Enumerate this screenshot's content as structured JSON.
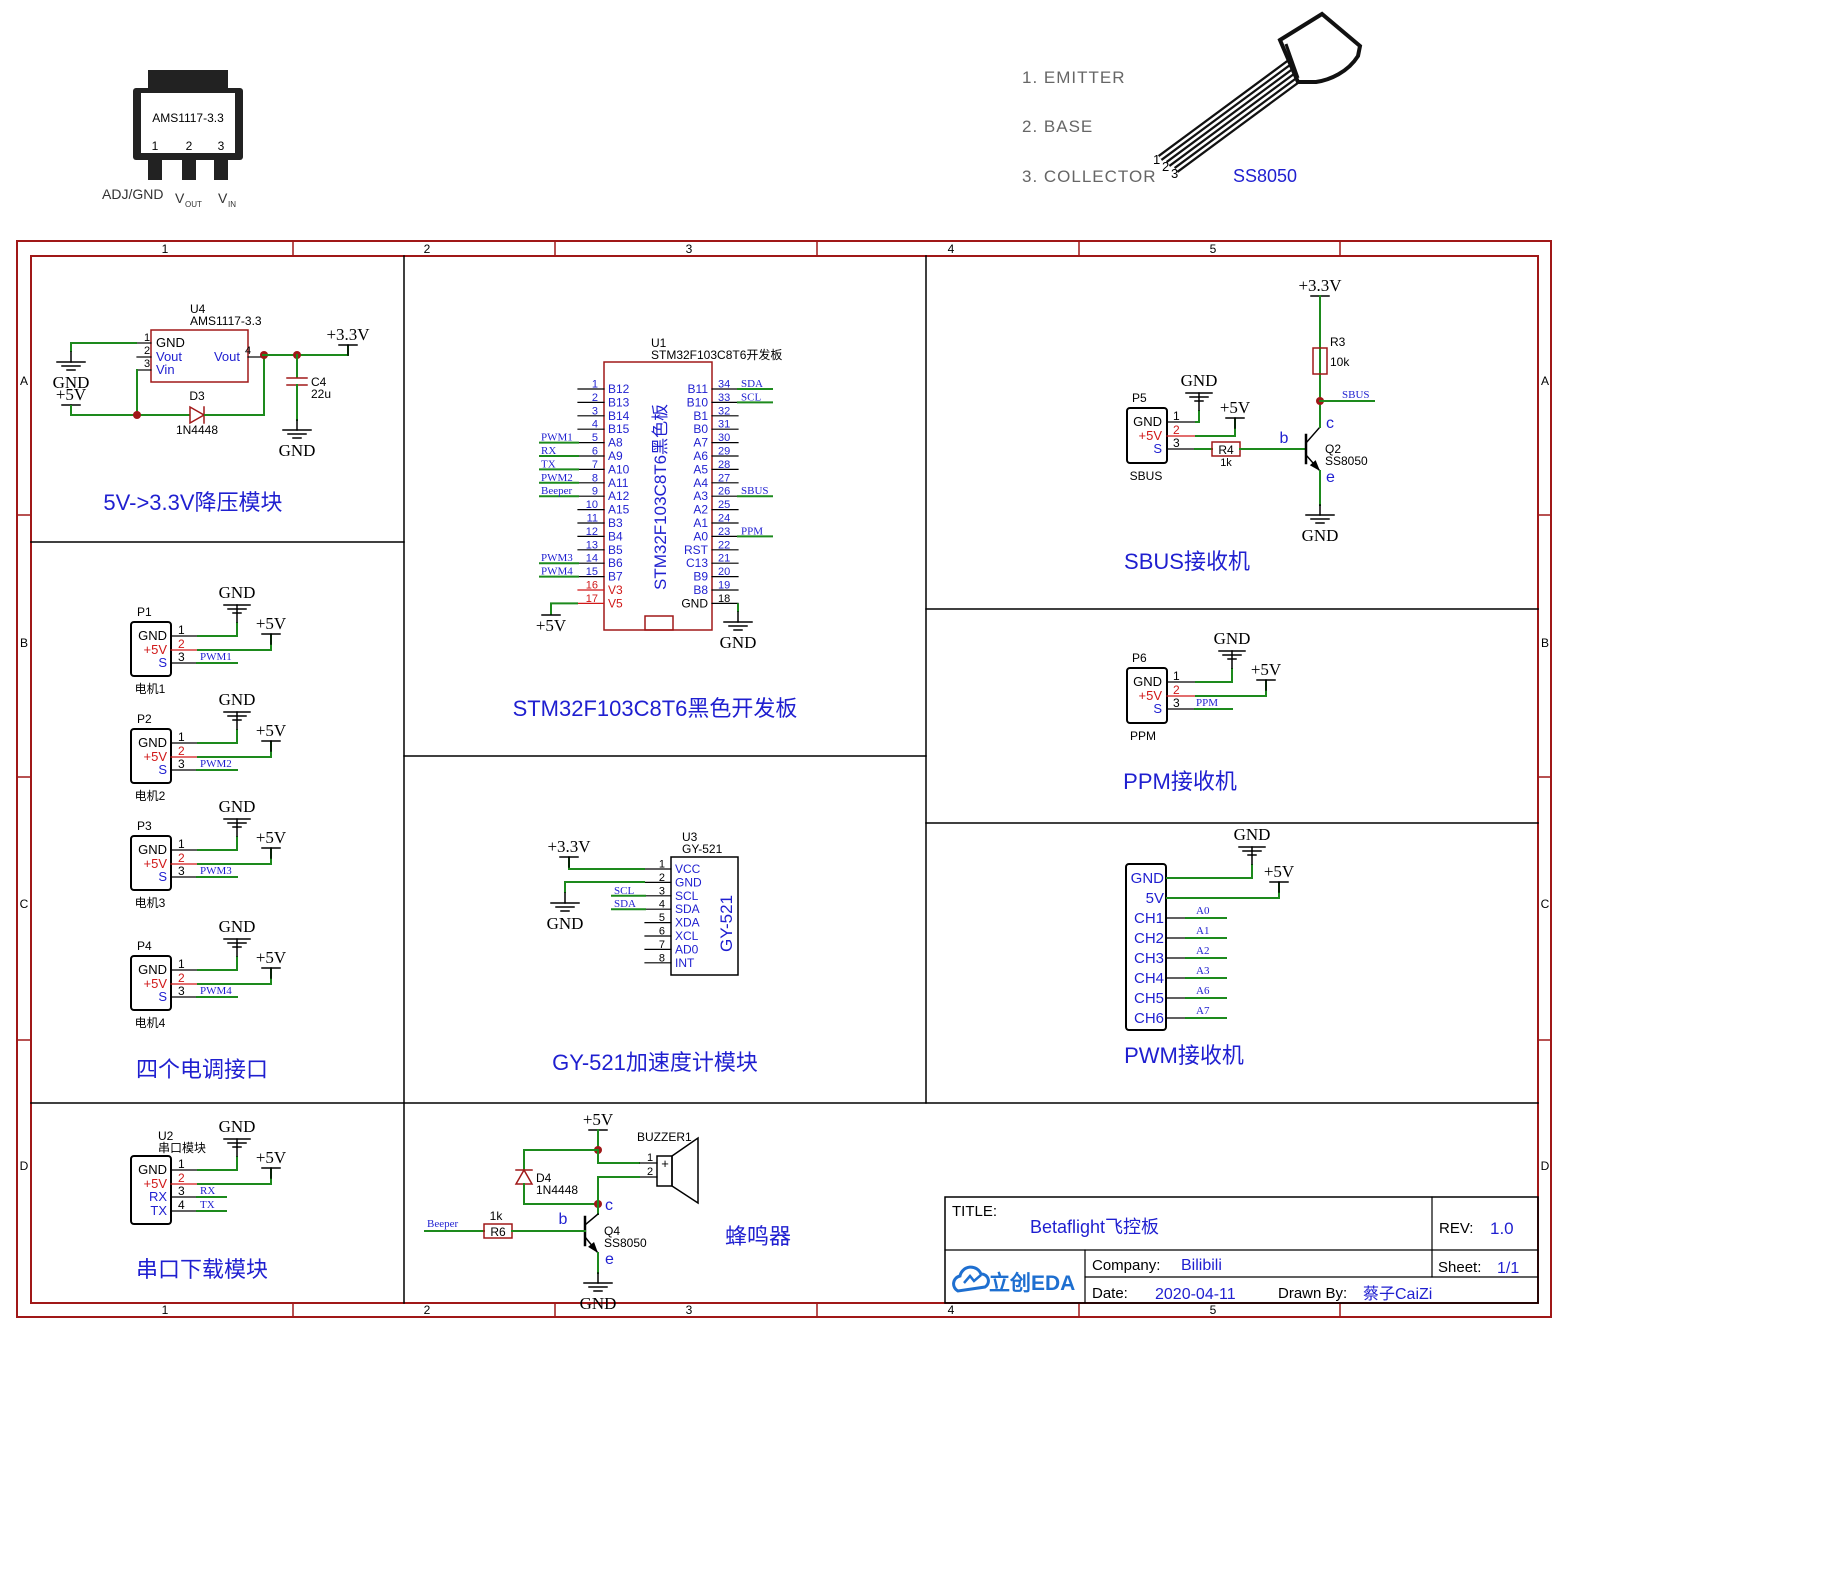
{
  "colors": {
    "frame": "#a01818",
    "wire": "#1d8a1d",
    "blue": "#1f1fd0",
    "pin_red": "#d01818",
    "pkg": "#222222",
    "gray": "#555555",
    "logo": "#1e6fd0"
  },
  "reference": {
    "ams": {
      "name": "AMS1117-3.3",
      "pin_nums": [
        "1",
        "2",
        "3"
      ],
      "labels": [
        "ADJ/GND",
        "V",
        "OUT",
        "V",
        "IN"
      ]
    },
    "transistor": {
      "pins": [
        "1. EMITTER",
        "2. BASE",
        "3. COLLECTOR"
      ],
      "lead_nums": [
        "1",
        "2",
        "3"
      ],
      "name": "SS8050"
    }
  },
  "frame": {
    "cols": [
      "1",
      "2",
      "3",
      "4",
      "5"
    ],
    "rows": [
      "A",
      "B",
      "C",
      "D"
    ]
  },
  "blocks": {
    "regulator": {
      "ref": "U4",
      "part": "AMS1117-3.3",
      "pin_nums": [
        "1",
        "2",
        "3",
        "4"
      ],
      "pins_left": [
        "GND",
        "Vout",
        "Vin"
      ],
      "pin_right": "Vout",
      "gnd": "GND",
      "v5": "+5V",
      "v33": "+3.3V",
      "d_ref": "D3",
      "d_part": "1N4448",
      "c_ref": "C4",
      "c_val": "22u",
      "title": "5V->3.3V降压模块"
    },
    "mcu": {
      "ref": "U1",
      "part": "STM32F103C8T6开发板",
      "body_label": "STM32F103C8T6黑色板",
      "left_pins": [
        {
          "n": "1",
          "name": "B12",
          "net": ""
        },
        {
          "n": "2",
          "name": "B13",
          "net": ""
        },
        {
          "n": "3",
          "name": "B14",
          "net": ""
        },
        {
          "n": "4",
          "name": "B15",
          "net": ""
        },
        {
          "n": "5",
          "name": "A8",
          "net": "PWM1"
        },
        {
          "n": "6",
          "name": "A9",
          "net": "RX"
        },
        {
          "n": "7",
          "name": "A10",
          "net": "TX"
        },
        {
          "n": "8",
          "name": "A11",
          "net": "PWM2"
        },
        {
          "n": "9",
          "name": "A12",
          "net": "Beeper"
        },
        {
          "n": "10",
          "name": "A15",
          "net": ""
        },
        {
          "n": "11",
          "name": "B3",
          "net": ""
        },
        {
          "n": "12",
          "name": "B4",
          "net": ""
        },
        {
          "n": "13",
          "name": "B5",
          "net": ""
        },
        {
          "n": "14",
          "name": "B6",
          "net": "PWM3"
        },
        {
          "n": "15",
          "name": "B7",
          "net": "PWM4"
        },
        {
          "n": "16",
          "name": "V3",
          "net": ""
        },
        {
          "n": "17",
          "name": "V5",
          "net": ""
        }
      ],
      "right_pins": [
        {
          "n": "34",
          "name": "B11",
          "net": "SDA"
        },
        {
          "n": "33",
          "name": "B10",
          "net": "SCL"
        },
        {
          "n": "32",
          "name": "B1",
          "net": ""
        },
        {
          "n": "31",
          "name": "B0",
          "net": ""
        },
        {
          "n": "30",
          "name": "A7",
          "net": ""
        },
        {
          "n": "29",
          "name": "A6",
          "net": ""
        },
        {
          "n": "28",
          "name": "A5",
          "net": ""
        },
        {
          "n": "27",
          "name": "A4",
          "net": ""
        },
        {
          "n": "26",
          "name": "A3",
          "net": "SBUS"
        },
        {
          "n": "25",
          "name": "A2",
          "net": ""
        },
        {
          "n": "24",
          "name": "A1",
          "net": ""
        },
        {
          "n": "23",
          "name": "A0",
          "net": "PPM"
        },
        {
          "n": "22",
          "name": "RST",
          "net": ""
        },
        {
          "n": "21",
          "name": "C13",
          "net": ""
        },
        {
          "n": "20",
          "name": "B9",
          "net": ""
        },
        {
          "n": "19",
          "name": "B8",
          "net": ""
        },
        {
          "n": "18",
          "name": "GND",
          "net": ""
        }
      ],
      "v5": "+5V",
      "gnd": "GND",
      "title": "STM32F103C8T6黑色开发板"
    },
    "sbus": {
      "conn": "P5",
      "conn_label": "SBUS",
      "pins": [
        "GND",
        "+5V",
        "S"
      ],
      "nums": [
        "1",
        "2",
        "3"
      ],
      "gnd": "GND",
      "v5": "+5V",
      "v33": "+3.3V",
      "r3": "R3",
      "r3v": "10k",
      "r4": "R4",
      "r4v": "1k",
      "net": "SBUS",
      "q": "Q2",
      "qpart": "SS8050",
      "b": "b",
      "c": "c",
      "e": "e",
      "title": "SBUS接收机"
    },
    "ppm": {
      "conn": "P6",
      "conn_label": "PPM",
      "pins": [
        "GND",
        "+5V",
        "S"
      ],
      "nums": [
        "1",
        "2",
        "3"
      ],
      "gnd": "GND",
      "v5": "+5V",
      "net": "PPM",
      "title": "PPM接收机"
    },
    "pwm_rx": {
      "pins": [
        "GND",
        "5V",
        "CH1",
        "CH2",
        "CH3",
        "CH4",
        "CH5",
        "CH6"
      ],
      "nets": [
        "A0",
        "A1",
        "A2",
        "A3",
        "A6",
        "A7"
      ],
      "gnd": "GND",
      "v5": "+5V",
      "title": "PWM接收机"
    },
    "motors": {
      "items": [
        {
          "ref": "P1",
          "label": "电机1",
          "net": "PWM1"
        },
        {
          "ref": "P2",
          "label": "电机2",
          "net": "PWM2"
        },
        {
          "ref": "P3",
          "label": "电机3",
          "net": "PWM3"
        },
        {
          "ref": "P4",
          "label": "电机4",
          "net": "PWM4"
        }
      ],
      "pins": [
        "GND",
        "+5V",
        "S"
      ],
      "nums": [
        "1",
        "2",
        "3"
      ],
      "gnd": "GND",
      "v5": "+5V",
      "title": "四个电调接口"
    },
    "gy521": {
      "ref": "U3",
      "part": "GY-521",
      "body_label": "GY-521",
      "pins": [
        "VCC",
        "GND",
        "SCL",
        "SDA",
        "XDA",
        "XCL",
        "AD0",
        "INT"
      ],
      "nums": [
        "1",
        "2",
        "3",
        "4",
        "5",
        "6",
        "7",
        "8"
      ],
      "nets": [
        "",
        "",
        "SCL",
        "SDA",
        "",
        "",
        "",
        ""
      ],
      "v33": "+3.3V",
      "gnd": "GND",
      "title": "GY-521加速度计模块"
    },
    "serial": {
      "ref": "U2",
      "part": "串口模块",
      "pins": [
        "GND",
        "+5V",
        "RX",
        "TX"
      ],
      "nums": [
        "1",
        "2",
        "3",
        "4"
      ],
      "nets": [
        "RX",
        "TX"
      ],
      "gnd": "GND",
      "v5": "+5V",
      "title": "串口下载模块"
    },
    "buzzer": {
      "v5": "+5V",
      "ref": "BUZZER1",
      "nums": [
        "1",
        "2"
      ],
      "plus": "+",
      "d": "D4",
      "dpart": "1N4448",
      "net": "Beeper",
      "r": "R6",
      "rv": "1k",
      "q": "Q4",
      "qpart": "SS8050",
      "b": "b",
      "c": "c",
      "e": "e",
      "gnd": "GND",
      "title": "蜂鸣器"
    }
  },
  "title_block": {
    "title_label": "TITLE:",
    "title": "Betaflight飞控板",
    "rev_label": "REV:",
    "rev": "1.0",
    "company_label": "Company:",
    "company": "Bilibili",
    "sheet_label": "Sheet:",
    "sheet": "1/1",
    "date_label": "Date:",
    "date": "2020-04-11",
    "drawn_label": "Drawn By:",
    "drawn": "蔡子CaiZi",
    "logo": "立创EDA"
  }
}
